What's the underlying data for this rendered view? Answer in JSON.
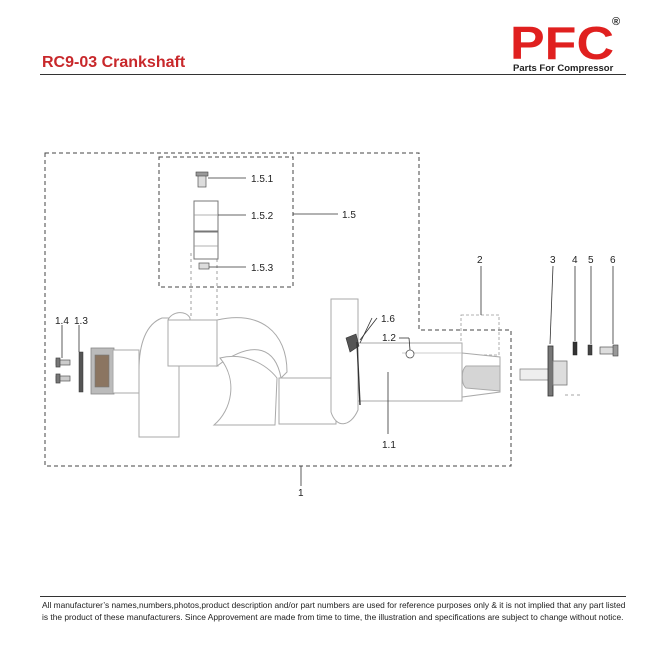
{
  "header": {
    "title": "RC9-03 Crankshaft",
    "brand": "PFC",
    "registered_mark": "®",
    "tagline": "Parts For Compressor",
    "brand_color": "#e0201f",
    "title_color": "#c8282b"
  },
  "diagram": {
    "labels": {
      "l_1": "1",
      "l_1_1": "1.1",
      "l_1_2": "1.2",
      "l_1_3": "1.3",
      "l_1_4": "1.4",
      "l_1_5": "1.5",
      "l_1_5_1": "1.5.1",
      "l_1_5_2": "1.5.2",
      "l_1_5_3": "1.5.3",
      "l_1_6": "1.6",
      "l_2": "2",
      "l_3": "3",
      "l_4": "4",
      "l_5": "5",
      "l_6": "6"
    }
  },
  "footer": {
    "line1": "All manufacturer’s names,numbers,photos,product description and/or part numbers are used for reference purposes only & it is not implied that any part listed",
    "line2": "is the product of these manufacturers.  Since Approvement are made from time to time,  the illustration and specifications are subject to change without notice."
  }
}
